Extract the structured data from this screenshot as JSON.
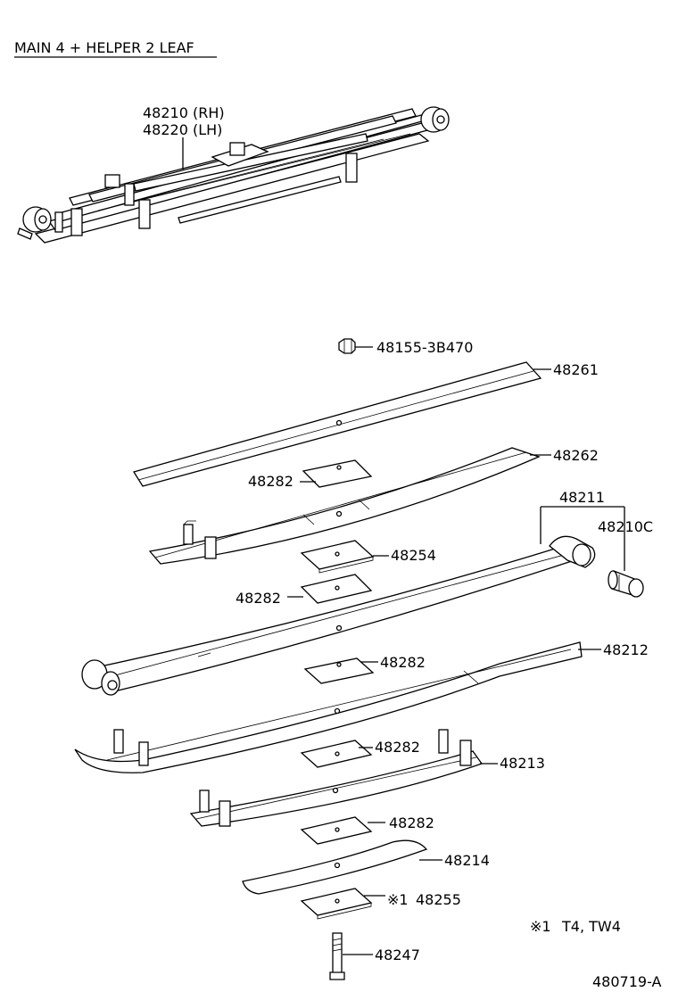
{
  "title": "MAIN 4 + HELPER 2 LEAF",
  "assembly": {
    "part_rh": "48210 (RH)",
    "part_lh": "48220 (LH)"
  },
  "parts": {
    "nut": "48155-3B470",
    "helper_leaf_1": "48261",
    "helper_leaf_2": "48262",
    "spacer_a": "48282",
    "main_leaf_label": "48211",
    "bushing": "48210C",
    "plate_48254": "48254",
    "spacer_b": "48282",
    "spacer_c": "48282",
    "leaf_48212": "48212",
    "spacer_d": "48282",
    "leaf_48213": "48213",
    "spacer_e": "48282",
    "leaf_48214": "48214",
    "mark_48255": "※1",
    "plate_48255": "48255",
    "center_bolt": "48247"
  },
  "note": {
    "mark": "※1",
    "text": "T4, TW4"
  },
  "figure_id": "480719-A"
}
